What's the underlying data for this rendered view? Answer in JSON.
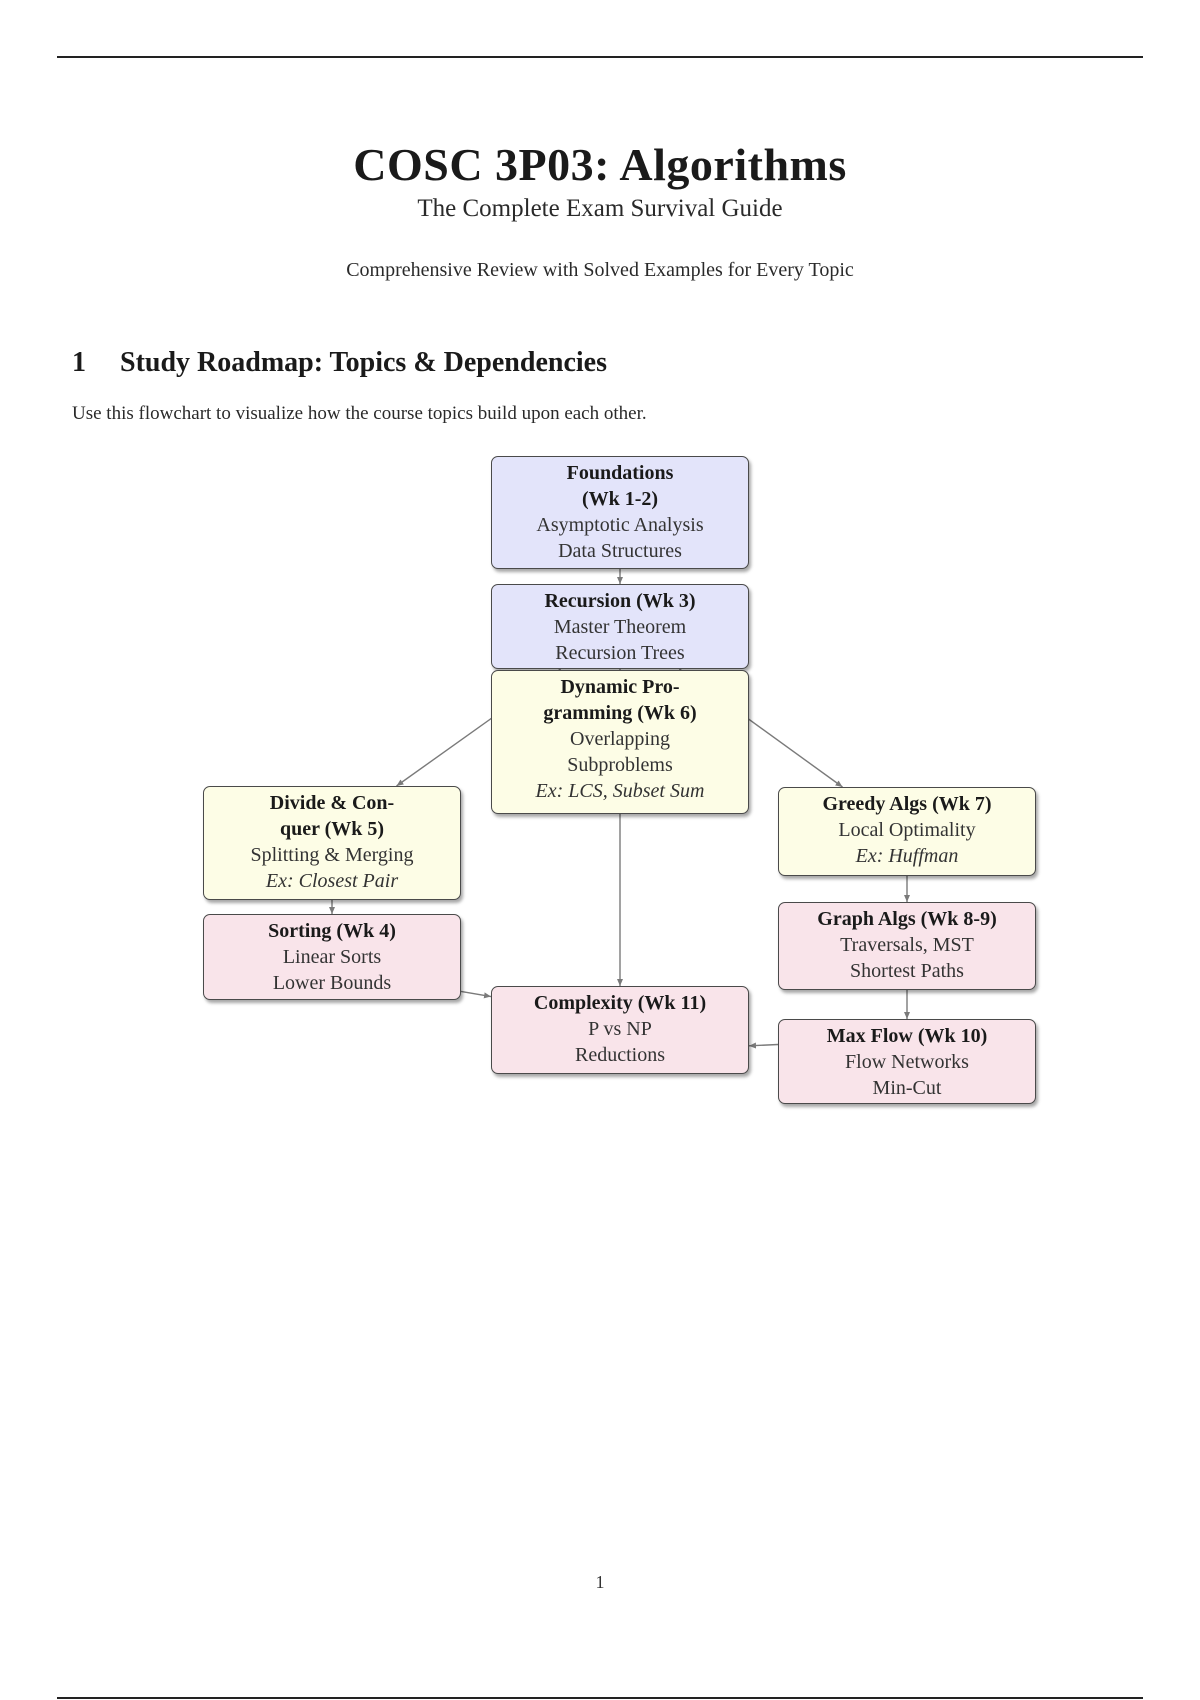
{
  "document": {
    "title": "COSC 3P03: Algorithms",
    "subtitle": "The Complete Exam Survival Guide",
    "tagline": "Comprehensive Review with Solved Examples for Every Topic",
    "page_number": "1"
  },
  "section": {
    "number": "1",
    "heading": "Study Roadmap: Topics & Dependencies",
    "intro": "Use this flowchart to visualize how the course topics build upon each other."
  },
  "flowchart": {
    "colors": {
      "foundation": "#e3e4fa",
      "technique": "#fdfde6",
      "advanced": "#f9e4ea",
      "edge": "#7a7a7a"
    },
    "nodes": {
      "foundations": {
        "title_lines": [
          "Foundations",
          "(Wk 1-2)"
        ],
        "lines": [
          "Asymptotic Analysis",
          "Data Structures"
        ],
        "example": ""
      },
      "recursion": {
        "title_lines": [
          "Recursion (Wk 3)"
        ],
        "lines": [
          "Master Theorem",
          "Recursion Trees"
        ],
        "example": ""
      },
      "dp": {
        "title_lines": [
          "Dynamic Pro-",
          "gramming (Wk 6)"
        ],
        "lines": [
          "Overlapping",
          "Subproblems"
        ],
        "example": "Ex: LCS, Subset Sum"
      },
      "dc": {
        "title_lines": [
          "Divide & Con-",
          "quer (Wk 5)"
        ],
        "lines": [
          "Splitting & Merging"
        ],
        "example": "Ex: Closest Pair"
      },
      "greedy": {
        "title_lines": [
          "Greedy Algs (Wk 7)"
        ],
        "lines": [
          "Local Optimality"
        ],
        "example": "Ex: Huffman"
      },
      "sorting": {
        "title_lines": [
          "Sorting (Wk 4)"
        ],
        "lines": [
          "Linear Sorts",
          "Lower Bounds"
        ],
        "example": ""
      },
      "graph": {
        "title_lines": [
          "Graph Algs (Wk 8-9)"
        ],
        "lines": [
          "Traversals, MST",
          "Shortest Paths"
        ],
        "example": ""
      },
      "complexity": {
        "title_lines": [
          "Complexity (Wk 11)"
        ],
        "lines": [
          "P vs NP",
          "Reductions"
        ],
        "example": ""
      },
      "maxflow": {
        "title_lines": [
          "Max Flow (Wk 10)"
        ],
        "lines": [
          "Flow Networks",
          "Min-Cut"
        ],
        "example": ""
      }
    },
    "edges": [
      {
        "from": "foundations",
        "to": "recursion"
      },
      {
        "from": "recursion",
        "to": "dp"
      },
      {
        "from": "recursion",
        "to": "dc"
      },
      {
        "from": "recursion",
        "to": "greedy"
      },
      {
        "from": "dc",
        "to": "sorting"
      },
      {
        "from": "greedy",
        "to": "graph"
      },
      {
        "from": "graph",
        "to": "maxflow"
      },
      {
        "from": "dp",
        "to": "complexity"
      },
      {
        "from": "sorting",
        "to": "complexity"
      },
      {
        "from": "maxflow",
        "to": "complexity"
      }
    ]
  }
}
